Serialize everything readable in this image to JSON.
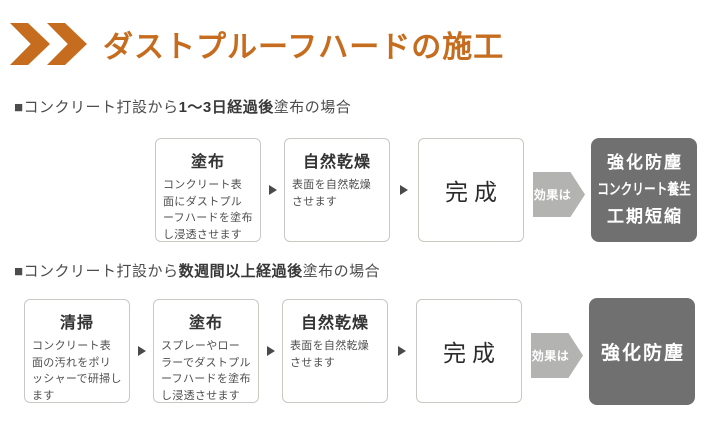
{
  "title": "ダストプルーフハードの施工",
  "sections": [
    {
      "heading": {
        "prefix": "■コンクリート打設から",
        "bold": "1〜3日経過後",
        "suffix": "塗布の場合"
      },
      "steps": [
        {
          "title": "塗布",
          "desc": "コンクリート表面にダストプルーフハードを塗布し浸透させます"
        },
        {
          "title": "自然乾燥",
          "desc": "表面を自然乾燥させます"
        },
        {
          "final": "完成"
        }
      ],
      "effect_label": "効果は",
      "effects": [
        "強化防塵",
        "コンクリート養生",
        "工期短縮"
      ]
    },
    {
      "heading": {
        "prefix": "■コンクリート打設から",
        "bold": "数週間以上経過後",
        "suffix": "塗布の場合"
      },
      "steps": [
        {
          "title": "清掃",
          "desc": "コンクリート表面の汚れをポリッシャーで研掃します"
        },
        {
          "title": "塗布",
          "desc": "スプレーやローラーでダストプルーフハードを塗布し浸透させます"
        },
        {
          "title": "自然乾燥",
          "desc": "表面を自然乾燥させます"
        },
        {
          "final": "完成"
        }
      ],
      "effect_label": "効果は",
      "effects": [
        "強化防塵"
      ]
    }
  ],
  "icons": {
    "brand": "double-chevron-icon",
    "flow": "arrow-right-icon",
    "effect": "effect-arrow-icon"
  },
  "colors": {
    "accent_orange": "#c66c1e",
    "heading_gray": "#4c4c4c",
    "box_border": "#cac8c3",
    "flow_arrow": "#4a4a4a",
    "effect_arrow_bg": "#b3b3b1",
    "result_box_bg": "#707070",
    "result_text": "#ffffff"
  }
}
